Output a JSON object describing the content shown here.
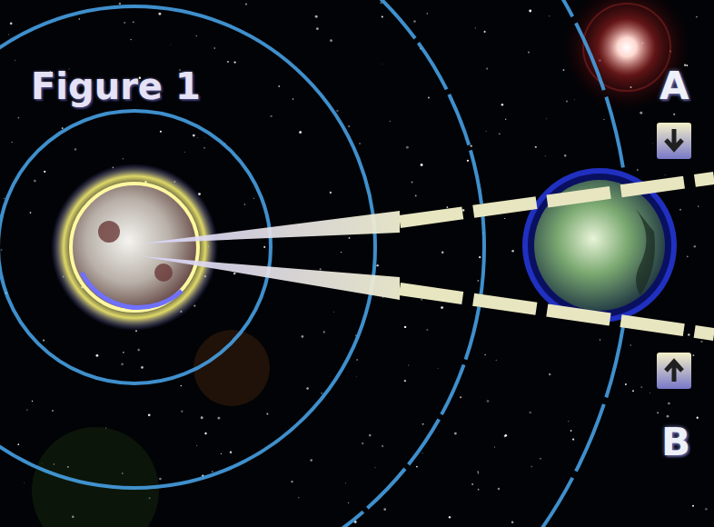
{
  "diagram": {
    "title": "Figure 1",
    "labels": [
      "A",
      "B"
    ]
  }
}
